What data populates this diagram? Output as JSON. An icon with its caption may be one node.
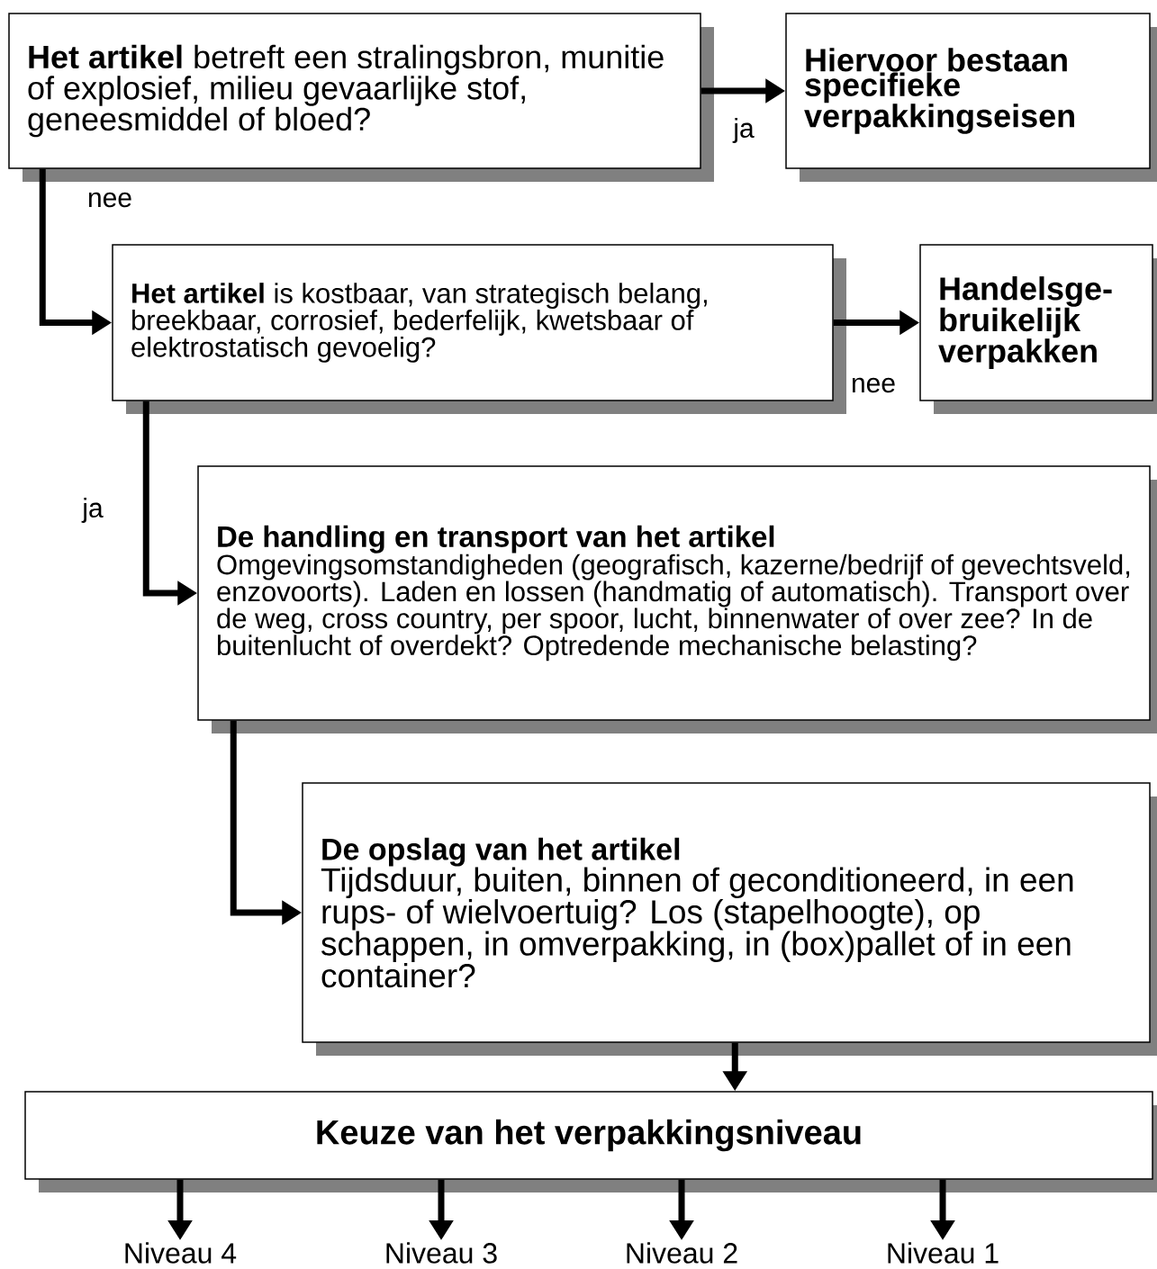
{
  "diagram": {
    "nodes": [
      {
        "text": [
          "**Het artikel** betreft een stralingsbron, munitie of explosief, milieu gevaarlijke stof, geneesmiddel of bloed?"
        ]
      },
      {
        "text": [
          "Hiervoor bestaan specifieke verpakkingseisen"
        ]
      },
      {
        "text": [
          "**Het artikel** is kostbaar, van strategisch belang, breekbaar, corrosief, bederfelijk, kwetsbaar of elektrostatisch gevoelig?"
        ]
      },
      {
        "text": [
          "Handelsge-bruikelijk verpakken"
        ]
      },
      {
        "text": [
          "De handling en transport van het artikel",
          "Omgevingsomstandigheden (geografisch, kazerne/bedrijf of gevechtsveld, enzovoorts). Laden en lossen (handmatig of automatisch). Transport over de weg, cross country, per spoor, lucht, binnenwater of over zee? In de buitenlucht of overdekt? Optredende mechanische belasting?"
        ]
      },
      {
        "text": [
          "De opslag van het artikel",
          "Tijdsduur, buiten, binnen of geconditioneerd, in een rups- of wielvoertuig? Los (stapelhoogte), op schappen, in omverpakking, in (box)pallet of in een container?"
        ]
      },
      {
        "text": [
          "Keuze van het verpakkingsniveau"
        ]
      },
      {
        "text": [
          "Niveau 4"
        ]
      },
      {
        "text": [
          "Niveau 3"
        ]
      },
      {
        "text": [
          "Niveau 2"
        ]
      },
      {
        "text": [
          "Niveau 1"
        ]
      }
    ],
    "edges": [
      {
        "from": 0,
        "to": 1,
        "arrow": "to",
        "label": "ja"
      },
      {
        "from": 0,
        "to": 2,
        "arrow": "to",
        "label": "nee"
      },
      {
        "from": 2,
        "to": 3,
        "arrow": "to",
        "label": "nee"
      },
      {
        "from": 2,
        "to": 4,
        "arrow": "to",
        "label": "ja"
      },
      {
        "from": 4,
        "to": 5,
        "arrow": "to"
      },
      {
        "from": 5,
        "to": 6,
        "arrow": "to"
      },
      {
        "from": 6,
        "to": 7,
        "arrow": "to"
      },
      {
        "from": 6,
        "to": 8,
        "arrow": "to"
      },
      {
        "from": 6,
        "to": 9,
        "arrow": "to"
      },
      {
        "from": 6,
        "to": 10,
        "arrow": "to"
      }
    ]
  }
}
